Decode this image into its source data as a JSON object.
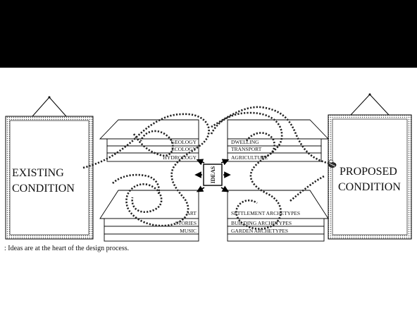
{
  "frames": {
    "left": {
      "line1": "EXISTING",
      "line2": "CONDITION"
    },
    "right": {
      "line1": "PROPOSED",
      "line2": "CONDITION"
    }
  },
  "layers": {
    "upper_left": [
      "GEOLOGY",
      "ECOLOGY",
      "HYDROLOGY"
    ],
    "upper_right": [
      "DWELLING",
      "TRANSPORT",
      "AGRICULTURE"
    ],
    "lower_left": [
      "ART",
      "STORIES",
      "MUSIC"
    ],
    "lower_right": [
      "SETTLEMENT ARCHETYPES",
      "BUILDING ARCHETYPES",
      "GARDEN ARCHETYPES"
    ]
  },
  "center_label": "IDEAS",
  "caption": ": Ideas are at the heart of the design process."
}
